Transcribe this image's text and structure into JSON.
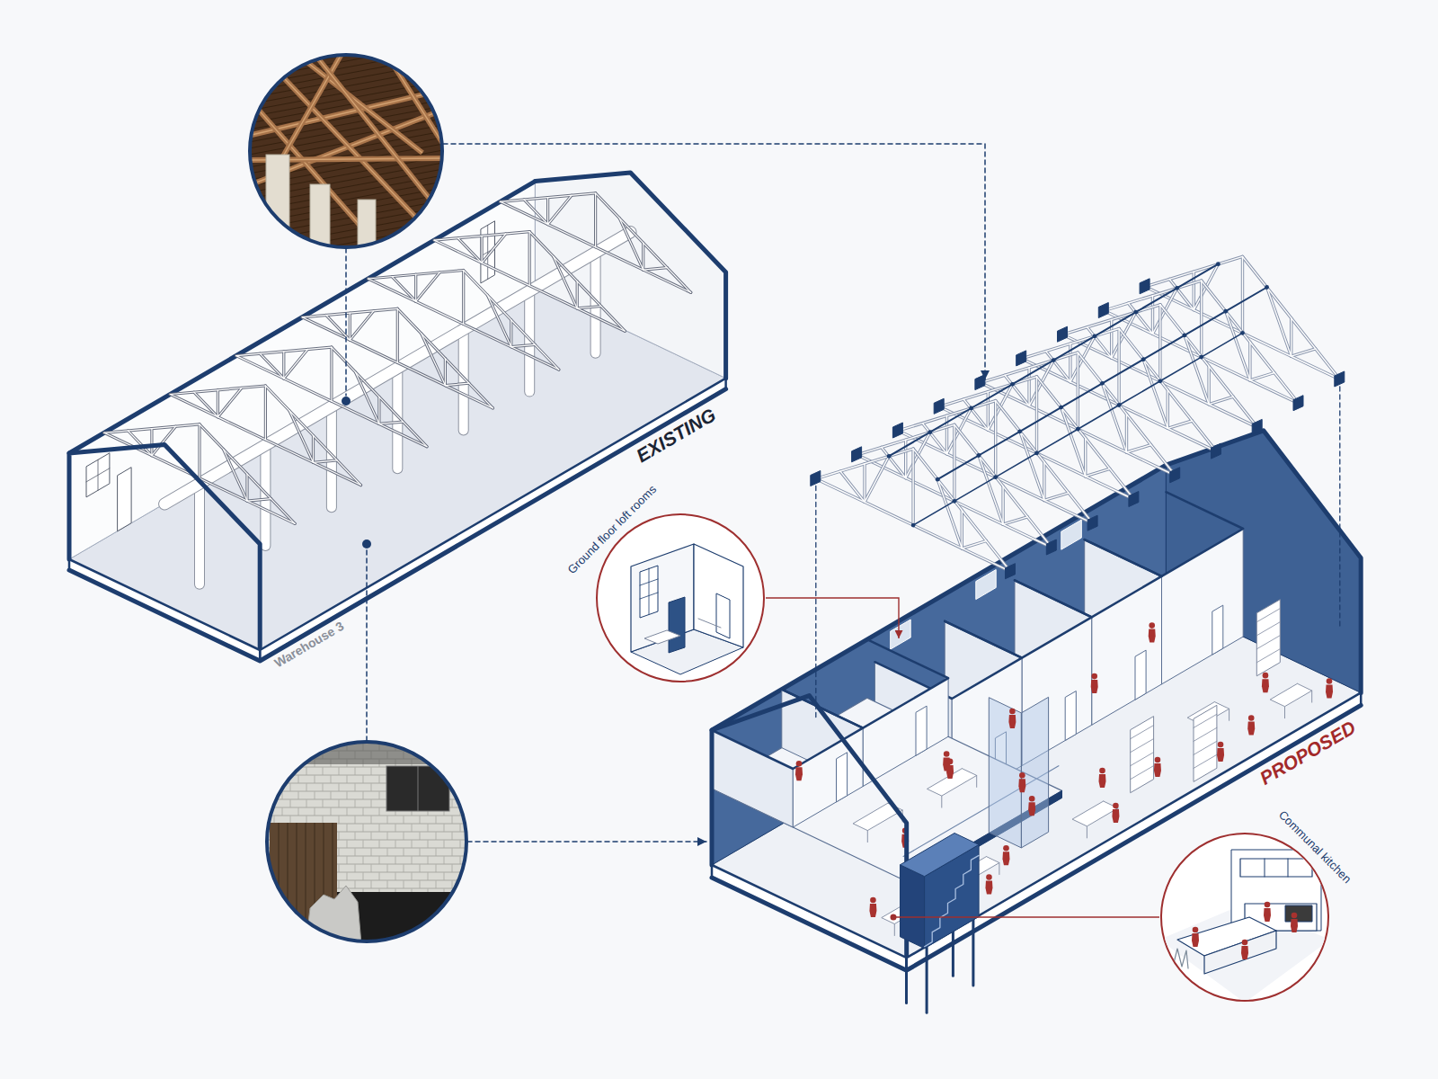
{
  "diagram": {
    "nodes": [
      {
        "text": [
          "EXISTING",
          "Warehouse 3"
        ]
      },
      {
        "text": [
          "Ground floor loft rooms"
        ]
      },
      {
        "text": [
          "PROPOSED"
        ]
      },
      {
        "text": [
          "Communal kitchen"
        ]
      }
    ],
    "edges": [
      {
        "from": 1,
        "to": 2,
        "arrow": "to"
      },
      {
        "from": 3,
        "to": 2,
        "arrow": "none"
      }
    ]
  }
}
